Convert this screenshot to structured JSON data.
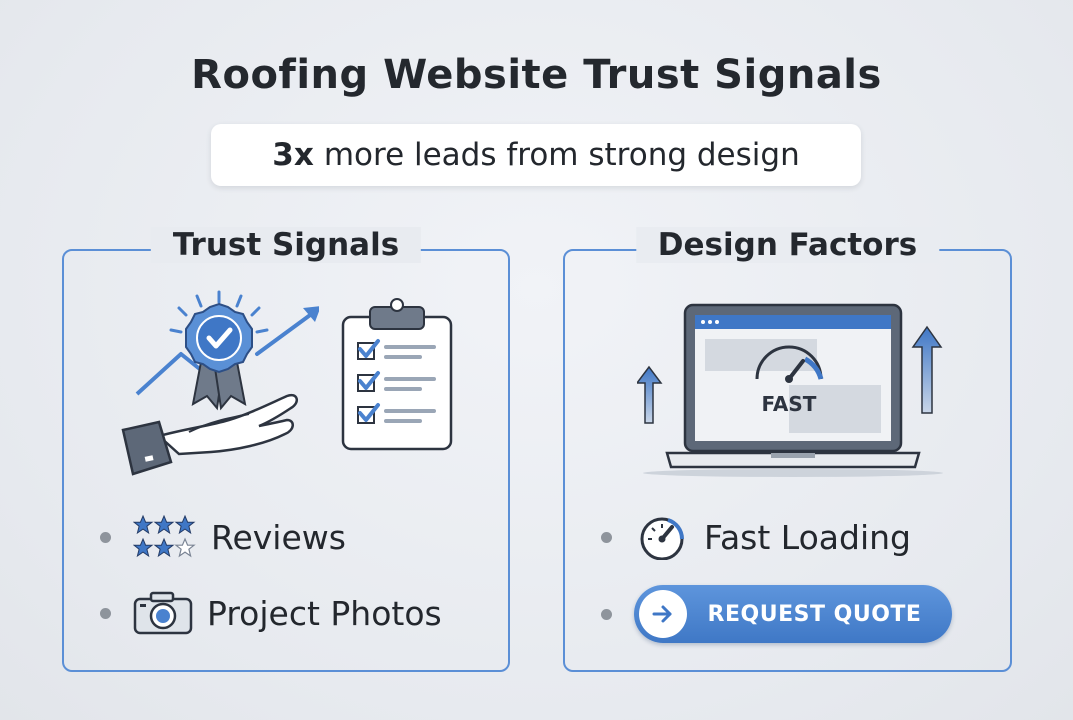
{
  "title": "Roofing Website Trust Signals",
  "subtitle": {
    "highlight": "3x",
    "text": "more leads from strong design"
  },
  "panels": {
    "trust": {
      "title": "Trust Signals",
      "items": [
        {
          "label": "Reviews",
          "icon": "stars-rating-icon"
        },
        {
          "label": "Project Photos",
          "icon": "camera-icon"
        }
      ]
    },
    "design": {
      "title": "Design Factors",
      "laptop_text": "FAST",
      "items": [
        {
          "label": "Fast Loading",
          "icon": "speedometer-icon"
        },
        {
          "label": "REQUEST QUOTE",
          "icon": "arrow-right-icon"
        }
      ]
    }
  },
  "colors": {
    "accent": "#4a82cf",
    "panel_border": "#5b8fd6",
    "text": "#23272d"
  }
}
